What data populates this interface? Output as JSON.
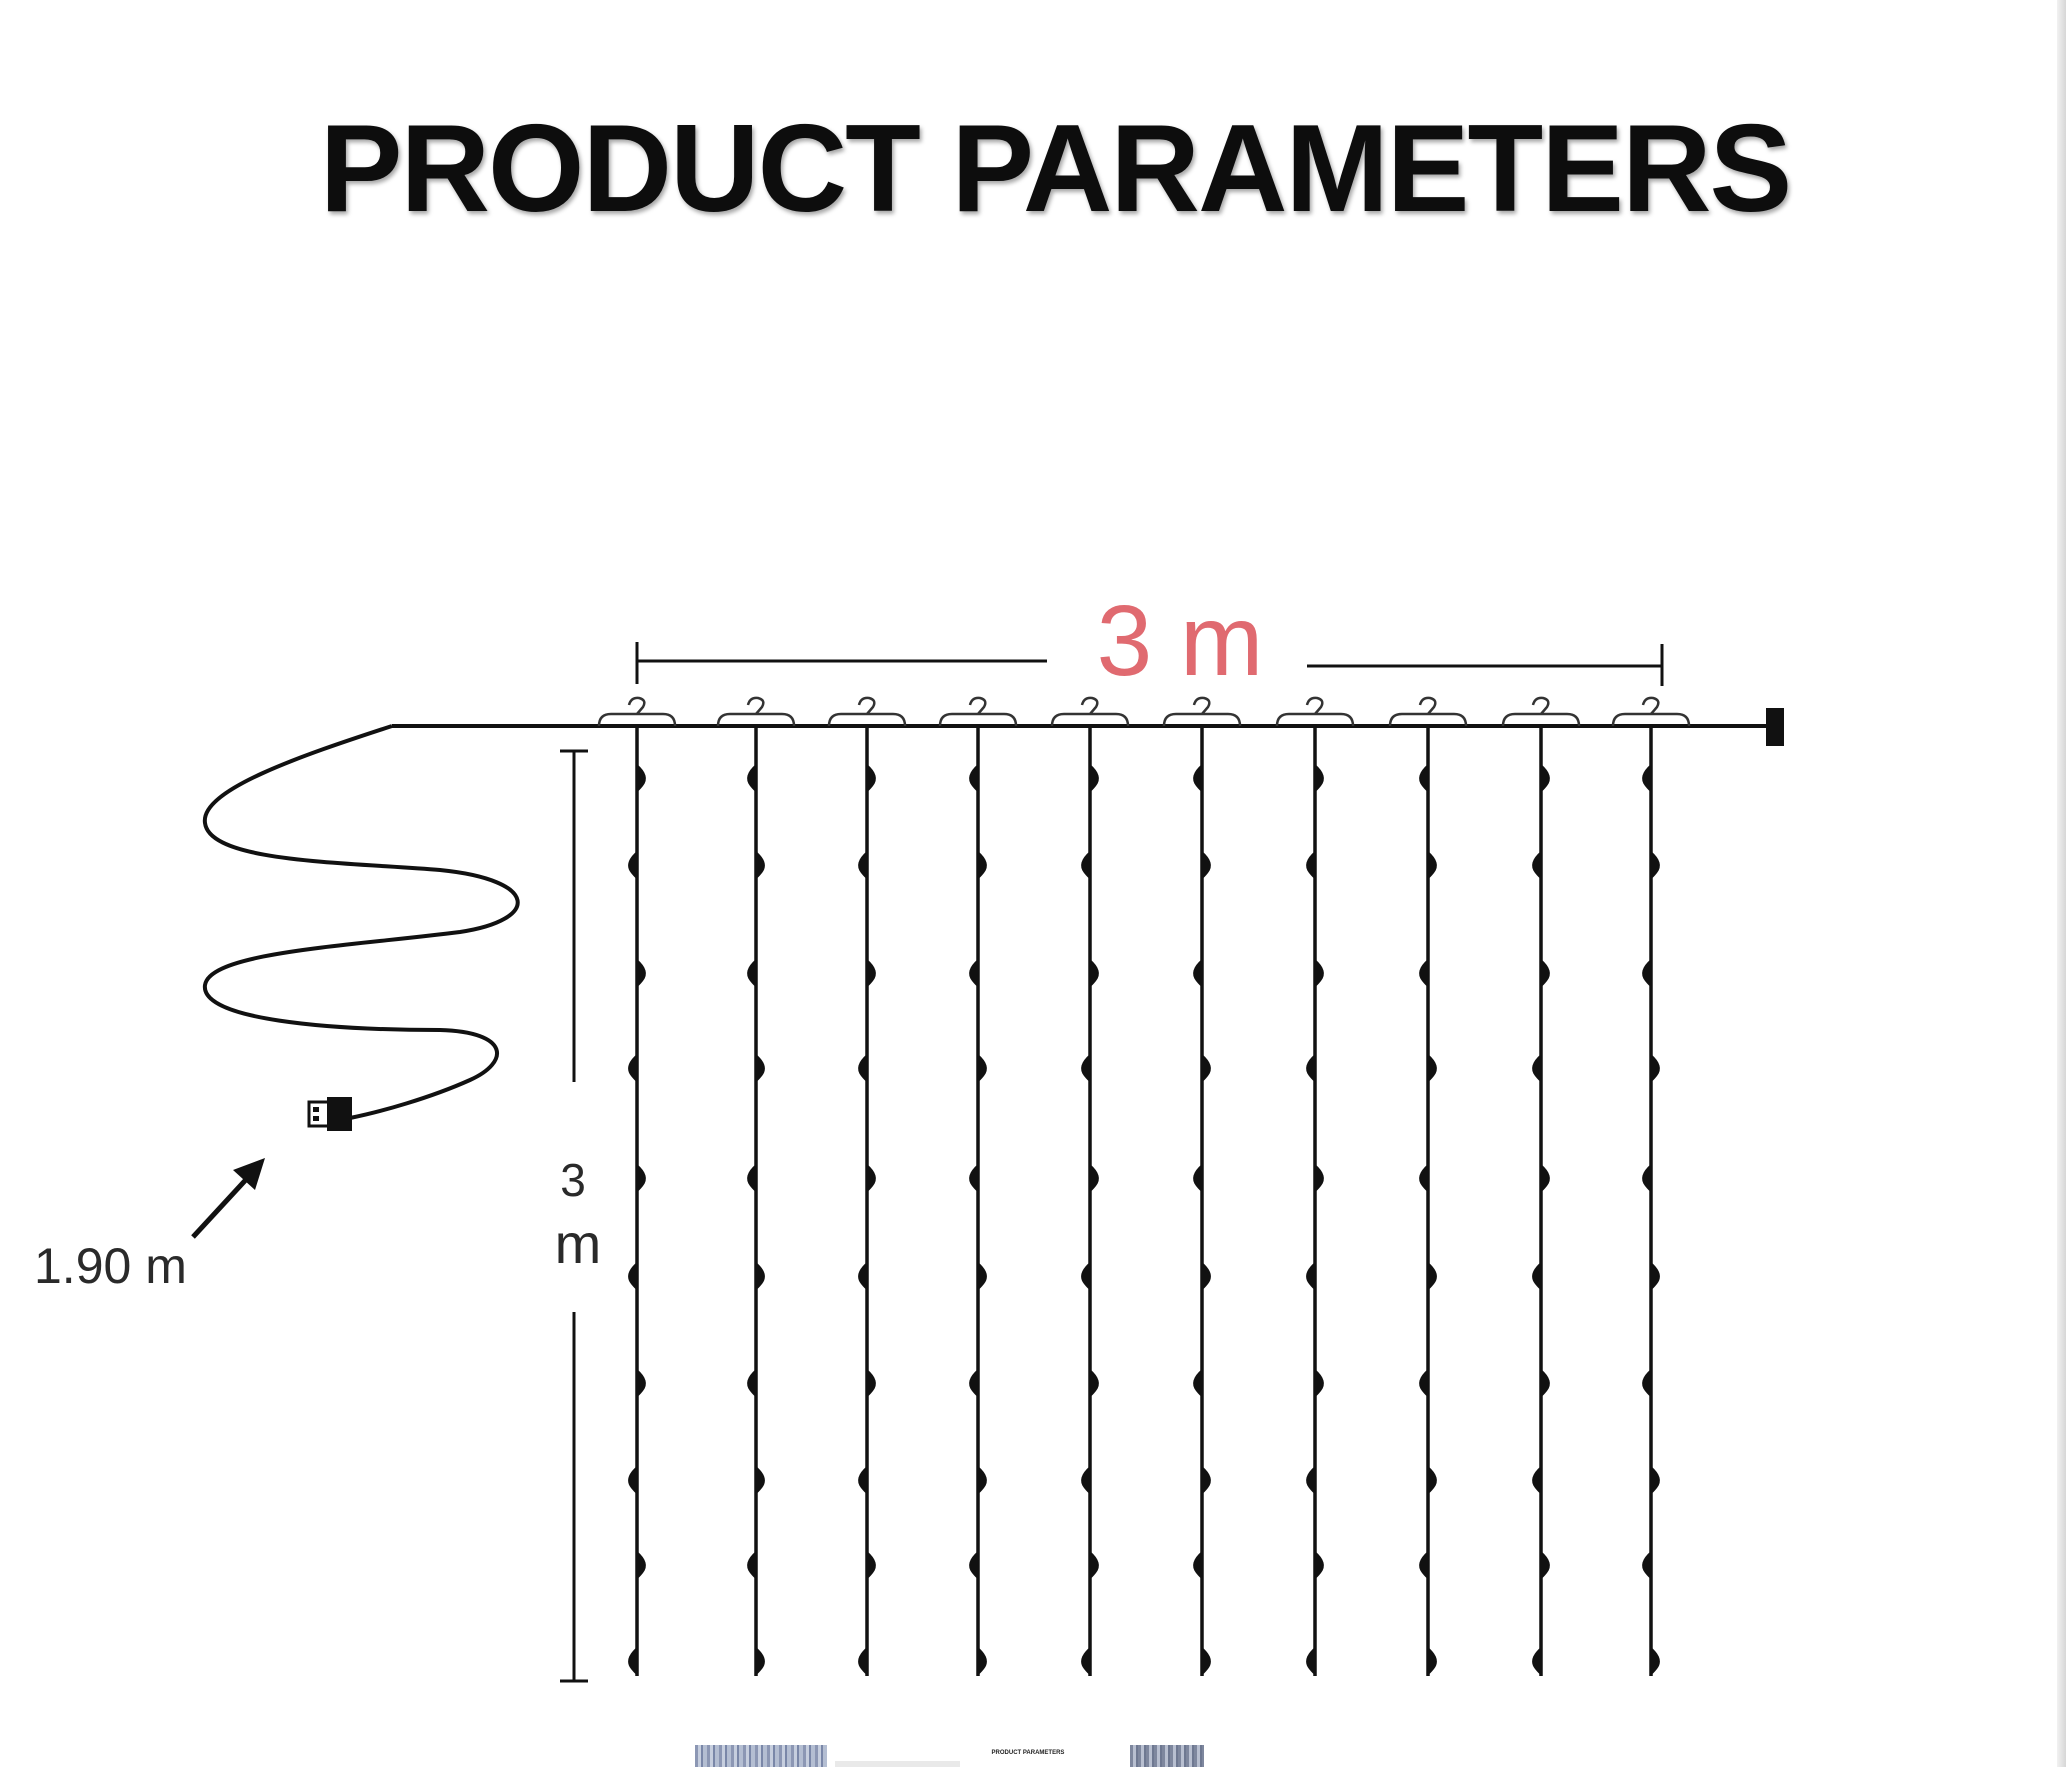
{
  "title": "PRODUCT PARAMETERS",
  "dimensions": {
    "width_label": "3 m",
    "height_label_top": "3",
    "height_label_bottom": "m",
    "cable_label": "1.90 m"
  },
  "colors": {
    "accent": "#e06a70",
    "line": "#111111",
    "text": "#2a2a2a"
  },
  "icons": {
    "plug": "usb-plug-icon",
    "end_cap": "end-cap-icon",
    "hook": "hook-icon",
    "bulb": "led-bulb-icon"
  },
  "strands": {
    "count": 10,
    "bulbs_per_strand": 10
  },
  "thumbnails": {
    "thumb3_text": "PRODUCT PARAMETERS"
  }
}
